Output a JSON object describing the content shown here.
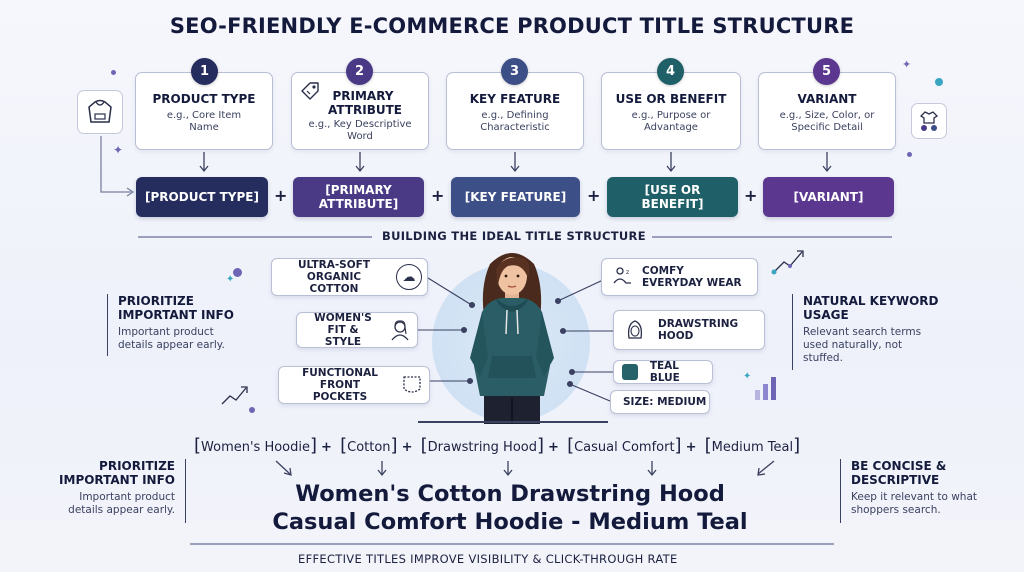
{
  "title": "SEO-FRIENDLY E-COMMERCE PRODUCT TITLE STRUCTURE",
  "steps": [
    {
      "num": "1",
      "title": "PRODUCT TYPE",
      "desc": "e.g., Core Item Name",
      "chip": "[PRODUCT TYPE]"
    },
    {
      "num": "2",
      "title": "PRIMARY ATTRIBUTE",
      "desc": "e.g., Key Descriptive Word",
      "chip": "[PRIMARY ATTRIBUTE]"
    },
    {
      "num": "3",
      "title": "KEY FEATURE",
      "desc": "e.g., Defining Characteristic",
      "chip": "[KEY FEATURE]"
    },
    {
      "num": "4",
      "title": "USE OR BENEFIT",
      "desc": "e.g., Purpose or Advantage",
      "chip": "[USE OR BENEFIT]"
    },
    {
      "num": "5",
      "title": "VARIANT",
      "desc": "e.g., Size, Color, or Specific Detail",
      "chip": "[VARIANT]"
    }
  ],
  "plus": "+",
  "subheading": "BUILDING THE IDEAL TITLE STRUCTURE",
  "features": {
    "cotton": "ULTRA-SOFT ORGANIC COTTON",
    "fit": "WOMEN'S FIT & STYLE",
    "pockets": "FUNCTIONAL FRONT POCKETS",
    "comfy": "COMFY EVERYDAY WEAR",
    "hood": "DRAWSTRING HOOD",
    "color": "TEAL BLUE",
    "size": "SIZE: MEDIUM"
  },
  "side_notes": {
    "left_top": {
      "heading": "PRIORITIZE IMPORTANT INFO",
      "desc": "Important product details appear early."
    },
    "right_top": {
      "heading": "NATURAL KEYWORD USAGE",
      "desc": "Relevant search terms used naturally, not stuffed."
    },
    "left_bottom": {
      "heading": "PRIORITIZE IMPORTANT INFO",
      "desc": "Important product details appear early."
    },
    "right_bottom": {
      "heading": "BE CONCISE & DESCRIPTIVE",
      "desc": "Keep it relevant to what shoppers search."
    }
  },
  "formula": [
    "Women's Hoodie",
    "Cotton",
    "Drawstring Hood",
    "Casual Comfort",
    "Medium Teal"
  ],
  "final_title": {
    "line1": "Women's Cotton Drawstring Hood",
    "line2": "Casual Comfort Hoodie - Medium Teal"
  },
  "footer": "EFFECTIVE TITLES IMPROVE VISIBILITY & CLICK-THROUGH RATE",
  "colors": {
    "navy": "#252c5e",
    "purple": "#4a3a86",
    "steel": "#3c4f86",
    "teal": "#1f5f68",
    "violet": "#5c3790",
    "hoodie_teal": "#2a5d66",
    "swatch_teal": "#27616a"
  }
}
